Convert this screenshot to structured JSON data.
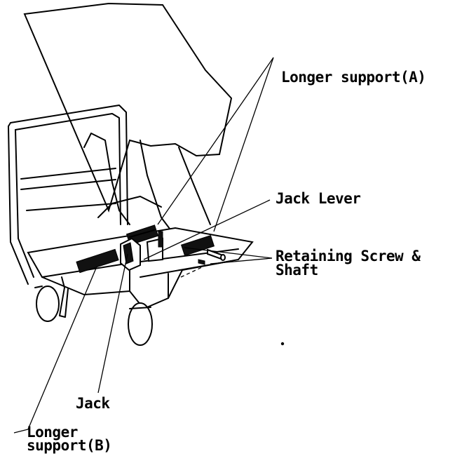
{
  "labels": {
    "longer_support_a": "Longer support(A)",
    "jack_lever": "Jack Lever",
    "retaining_line1": "Retaining Screw &",
    "retaining_line2": "Shaft",
    "jack": "Jack",
    "longer_support_b_line1": "Longer",
    "longer_support_b_line2": "support(B)"
  },
  "colors": {
    "ink": "#000000",
    "paper": "#ffffff"
  }
}
